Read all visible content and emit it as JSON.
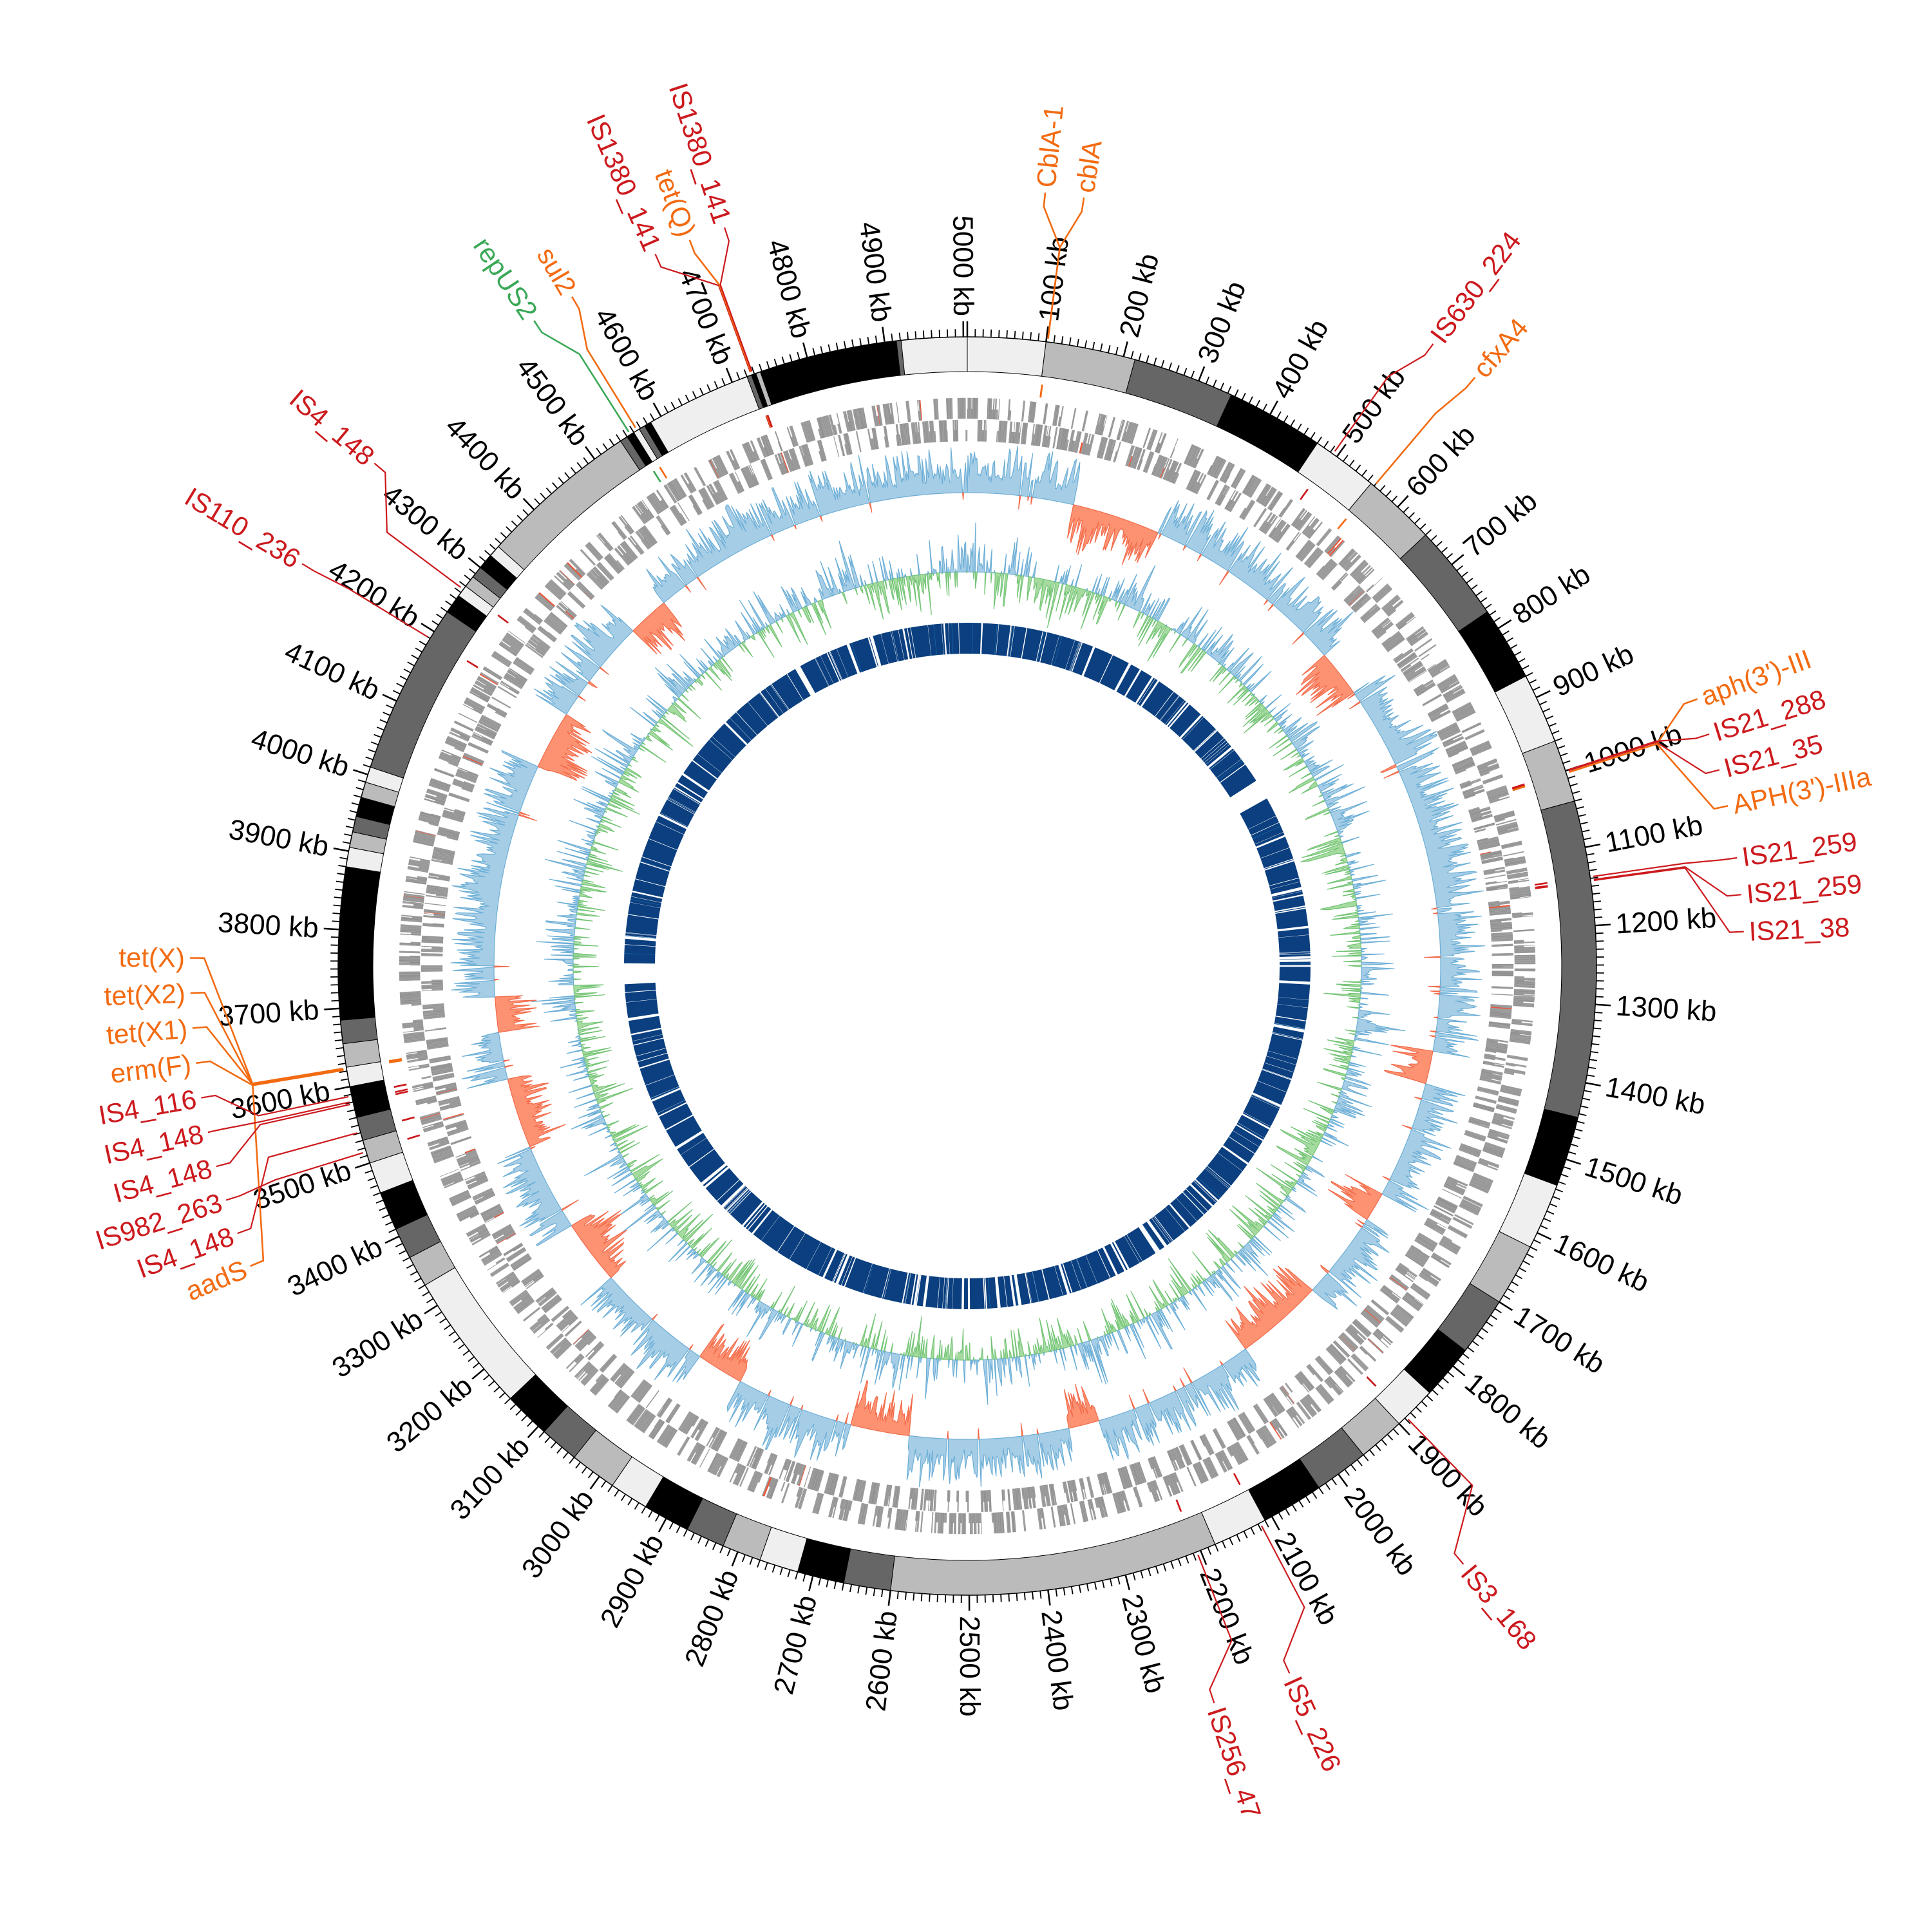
{
  "chart_data": {
    "type": "circular-genome",
    "genome_length_kb": 5005,
    "ticks": {
      "major_interval_kb": 100,
      "minor_interval_kb": 10,
      "labels": [
        "100 kb",
        "200 kb",
        "300 kb",
        "400 kb",
        "500 kb",
        "600 kb",
        "700 kb",
        "800 kb",
        "900 kb",
        "1000 kb",
        "1100 kb",
        "1200 kb",
        "1300 kb",
        "1400 kb",
        "1500 kb",
        "1600 kb",
        "1700 kb",
        "1800 kb",
        "1900 kb",
        "2000 kb",
        "2100 kb",
        "2200 kb",
        "2300 kb",
        "2400 kb",
        "2500 kb",
        "2600 kb",
        "2700 kb",
        "2800 kb",
        "2900 kb",
        "3000 kb",
        "3100 kb",
        "3200 kb",
        "3300 kb",
        "3400 kb",
        "3500 kb",
        "3600 kb",
        "3700 kb",
        "3800 kb",
        "3900 kb",
        "4000 kb",
        "4100 kb",
        "4200 kb",
        "4300 kb",
        "4400 kb",
        "4500 kb",
        "4600 kb",
        "4700 kb",
        "4800 kb",
        "4900 kb",
        "5000 kb"
      ]
    },
    "contig_shades": {
      "light": "#efefef",
      "mid": "#bbbbbb",
      "dark": "#666666",
      "black": "#000000"
    },
    "contigs": [
      [
        0,
        100,
        "light"
      ],
      [
        100,
        215,
        "mid"
      ],
      [
        215,
        345,
        "dark"
      ],
      [
        345,
        470,
        "black"
      ],
      [
        470,
        555,
        "light"
      ],
      [
        555,
        650,
        "mid"
      ],
      [
        650,
        775,
        "dark"
      ],
      [
        775,
        870,
        "black"
      ],
      [
        870,
        960,
        "light"
      ],
      [
        960,
        1040,
        "mid"
      ],
      [
        1040,
        1445,
        "dark"
      ],
      [
        1445,
        1535,
        "black"
      ],
      [
        1535,
        1620,
        "light"
      ],
      [
        1620,
        1700,
        "mid"
      ],
      [
        1700,
        1775,
        "dark"
      ],
      [
        1775,
        1845,
        "black"
      ],
      [
        1845,
        1900,
        "light"
      ],
      [
        1900,
        1960,
        "mid"
      ],
      [
        1960,
        2030,
        "dark"
      ],
      [
        2030,
        2110,
        "black"
      ],
      [
        2110,
        2180,
        "light"
      ],
      [
        2180,
        2600,
        "mid"
      ],
      [
        2600,
        2660,
        "dark"
      ],
      [
        2660,
        2720,
        "black"
      ],
      [
        2720,
        2770,
        "light"
      ],
      [
        2770,
        2820,
        "mid"
      ],
      [
        2820,
        2870,
        "dark"
      ],
      [
        2870,
        2930,
        "black"
      ],
      [
        2930,
        2980,
        "light"
      ],
      [
        2980,
        3040,
        "mid"
      ],
      [
        3040,
        3090,
        "dark"
      ],
      [
        3090,
        3150,
        "black"
      ],
      [
        3150,
        3330,
        "light"
      ],
      [
        3330,
        3370,
        "mid"
      ],
      [
        3370,
        3410,
        "dark"
      ],
      [
        3410,
        3460,
        "black"
      ],
      [
        3460,
        3500,
        "light"
      ],
      [
        3500,
        3530,
        "mid"
      ],
      [
        3530,
        3560,
        "dark"
      ],
      [
        3560,
        3600,
        "black"
      ],
      [
        3600,
        3625,
        "light"
      ],
      [
        3625,
        3655,
        "mid"
      ],
      [
        3655,
        3685,
        "dark"
      ],
      [
        3685,
        3880,
        "black"
      ],
      [
        3880,
        3905,
        "light"
      ],
      [
        3905,
        3925,
        "mid"
      ],
      [
        3925,
        3945,
        "dark"
      ],
      [
        3945,
        3970,
        "black"
      ],
      [
        3970,
        3990,
        "mid"
      ],
      [
        3990,
        4010,
        "light"
      ],
      [
        4010,
        4230,
        "dark"
      ],
      [
        4230,
        4255,
        "black"
      ],
      [
        4255,
        4270,
        "light"
      ],
      [
        4270,
        4285,
        "mid"
      ],
      [
        4285,
        4300,
        "dark"
      ],
      [
        4300,
        4320,
        "black"
      ],
      [
        4320,
        4335,
        "light"
      ],
      [
        4335,
        4540,
        "mid"
      ],
      [
        4540,
        4550,
        "dark"
      ],
      [
        4550,
        4560,
        "black"
      ],
      [
        4560,
        4568,
        "light"
      ],
      [
        4568,
        4576,
        "dark"
      ],
      [
        4576,
        4585,
        "black"
      ],
      [
        4585,
        4720,
        "light"
      ],
      [
        4720,
        4726,
        "dark"
      ],
      [
        4726,
        4732,
        "black"
      ],
      [
        4732,
        4738,
        "mid"
      ],
      [
        4738,
        4915,
        "black"
      ],
      [
        4915,
        4921,
        "dark"
      ],
      [
        4921,
        5005,
        "light"
      ]
    ],
    "annotation_colors": {
      "IS": "#cc1a1e",
      "ARG": "#f26b12",
      "replicon": "#3aa857"
    },
    "annotations": [
      {
        "label": "CblA-1",
        "type": "ARG",
        "position_kb": 102
      },
      {
        "label": "cblA",
        "type": "ARG",
        "position_kb": 102
      },
      {
        "label": "IS630_224",
        "type": "IS",
        "position_kb": 494
      },
      {
        "label": "cfxA4",
        "type": "ARG",
        "position_kb": 560
      },
      {
        "label": "aph(3')-III",
        "type": "ARG",
        "position_kb": 1003
      },
      {
        "label": "IS21_288",
        "type": "IS",
        "position_kb": 1000
      },
      {
        "label": "IS21_35",
        "type": "IS",
        "position_kb": 1001
      },
      {
        "label": "APH(3')-IIIa",
        "type": "ARG",
        "position_kb": 1003
      },
      {
        "label": "IS21_259",
        "type": "IS",
        "position_kb": 1138
      },
      {
        "label": "IS21_259",
        "type": "IS",
        "position_kb": 1142
      },
      {
        "label": "IS21_38",
        "type": "IS",
        "position_kb": 1143
      },
      {
        "label": "IS3_168",
        "type": "IS",
        "position_kb": 1888
      },
      {
        "label": "IS5_226",
        "type": "IS",
        "position_kb": 2117
      },
      {
        "label": "IS256_47",
        "type": "IS",
        "position_kb": 2205
      },
      {
        "label": "aadS",
        "type": "ARG",
        "position_kb": 3622
      },
      {
        "label": "IS4_148",
        "type": "IS",
        "position_kb": 3541
      },
      {
        "label": "IS982_263",
        "type": "IS",
        "position_kb": 3515
      },
      {
        "label": "IS4_148",
        "type": "IS",
        "position_kb": 3578
      },
      {
        "label": "IS4_148",
        "type": "IS",
        "position_kb": 3581
      },
      {
        "label": "IS4_116",
        "type": "IS",
        "position_kb": 3588
      },
      {
        "label": "erm(F)",
        "type": "ARG",
        "position_kb": 3622
      },
      {
        "label": "tet(X1)",
        "type": "ARG",
        "position_kb": 3623
      },
      {
        "label": "tet(X2)",
        "type": "ARG",
        "position_kb": 3623
      },
      {
        "label": "tet(X)",
        "type": "ARG",
        "position_kb": 3624
      },
      {
        "label": "IS110_236",
        "type": "IS",
        "position_kb": 4190
      },
      {
        "label": "IS4_148",
        "type": "IS",
        "position_kb": 4265
      },
      {
        "label": "repUS2",
        "type": "replicon",
        "position_kb": 4555
      },
      {
        "label": "sul2",
        "type": "ARG",
        "position_kb": 4565
      },
      {
        "label": "IS1380_141",
        "type": "IS",
        "position_kb": 4726
      },
      {
        "label": "tet(Q)",
        "type": "ARG",
        "position_kb": 4727
      },
      {
        "label": "IS1380_141",
        "type": "IS",
        "position_kb": 4728
      }
    ],
    "tracks": {
      "cds": {
        "color": "#9f9f9f",
        "highlight": "#e8553a"
      },
      "gc_skew": {
        "positive": "#6baed6",
        "positive_fill": "#a6cde6",
        "negative": "#f26a4a",
        "negative_fill": "#fc9272",
        "negative_regions_kb": [
          [
            180,
            330
          ],
          [
            680,
            760
          ],
          [
            1395,
            1450
          ],
          [
            1650,
            1700
          ],
          [
            1850,
            2000
          ],
          [
            2280,
            2330
          ],
          [
            2600,
            2700
          ],
          [
            2900,
            2980
          ],
          [
            3180,
            3290
          ],
          [
            3440,
            3560
          ],
          [
            3640,
            3700
          ],
          [
            4100,
            4200
          ],
          [
            4380,
            4450
          ]
        ]
      },
      "gc_content": {
        "above": "#6baed6",
        "above_fill": "#a6cde6",
        "below": "#74c476",
        "below_fill": "#a6dba0"
      },
      "alignment": {
        "color": "#0b3f7f",
        "accent": "#1f78b4",
        "gaps_kb": [
          [
            765,
            845
          ],
          [
            2020,
            2040
          ],
          [
            3700,
            3760
          ],
          [
            4585,
            4600
          ]
        ]
      }
    }
  }
}
